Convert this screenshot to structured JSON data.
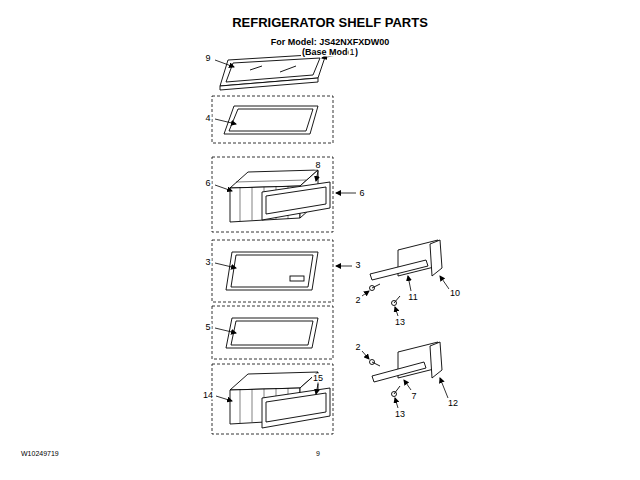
{
  "diagram": {
    "title": "REFRIGERATOR SHELF PARTS",
    "labels": [
      "For Model: JS42NXFXDW00",
      "(Base Model)",
      "9",
      "1",
      "4",
      "8",
      "6",
      "6",
      "3",
      "3",
      "10",
      "11",
      "2",
      "13",
      "5",
      "2",
      "7",
      "12",
      "13",
      "15",
      "14",
      "W10249719",
      "9"
    ]
  }
}
